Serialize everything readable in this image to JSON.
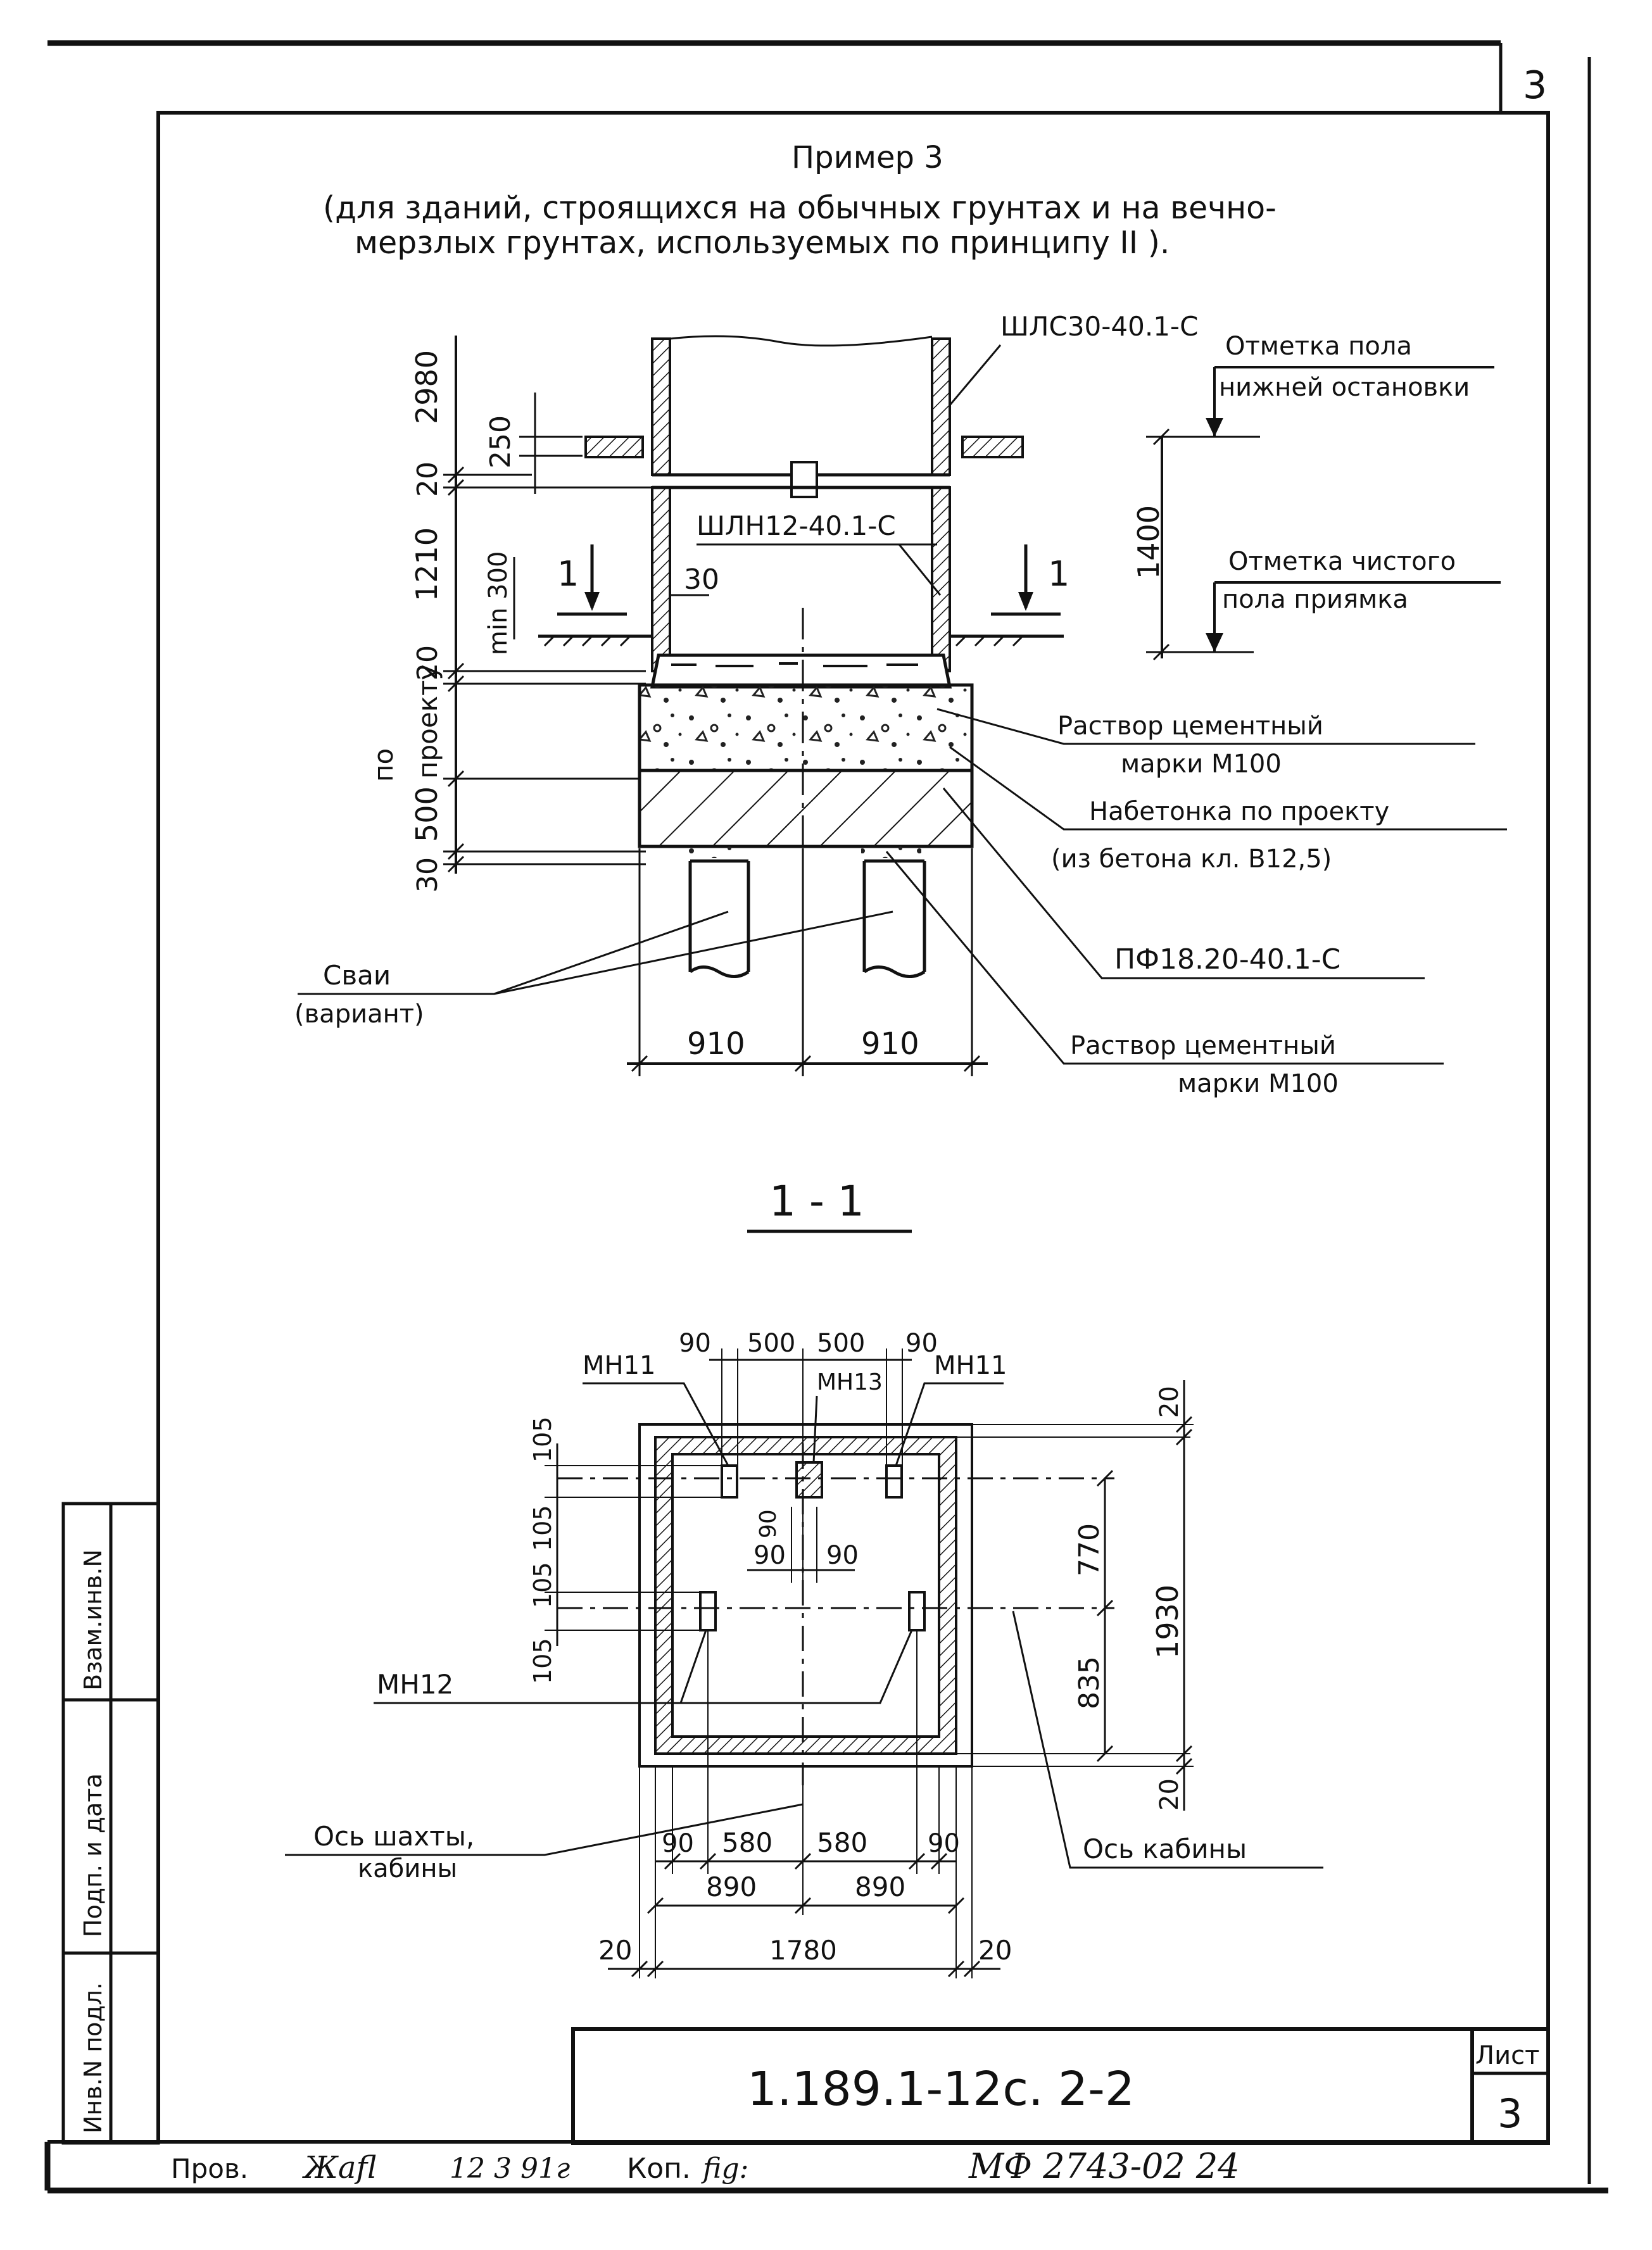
{
  "header": {
    "page_corner": "3",
    "title": "Пример 3",
    "subtitle_line1": "(для зданий, строящихся на обычных грунтах и на вечно-",
    "subtitle_line2": "мерзлых грунтах, используемых по принципу II )."
  },
  "elevation": {
    "labels": {
      "shaft_upper": "ШЛС30-40.1-С",
      "shaft_lower": "ШЛН12-40.1-С",
      "floor_lower_stop_1": "Отметка пола",
      "floor_lower_stop_2": "нижней остановки",
      "pit_floor_1": "Отметка чистого",
      "pit_floor_2": "пола приямка",
      "mortar_top_1": "Раствор цементный",
      "mortar_top_2": "марки М100",
      "concrete_1": "Набетонка по проекту",
      "concrete_2": "(из бетона кл. В12,5)",
      "pile_cap": "ПФ18.20-40.1-С",
      "mortar_bottom_1": "Раствор цементный",
      "mortar_bottom_2": "марки М100",
      "piles_1": "Сваи",
      "piles_2": "(вариант)",
      "section_mark_left": "1",
      "section_mark_right": "1"
    },
    "dims": {
      "d2980": "2980",
      "d250": "250",
      "d20a": "20",
      "d1210": "1210",
      "dmin300": "min 300",
      "d20b": "20",
      "d_po": "по",
      "d_proektu": "проекту",
      "d500": "500",
      "d30": "30",
      "d30_wall": "30",
      "d1400": "1400",
      "d910_left": "910",
      "d910_right": "910"
    }
  },
  "section": {
    "title": "1 - 1",
    "labels": {
      "mn11_left": "МН11",
      "mn13": "МН13",
      "mn11_right": "МН11",
      "mn12": "МН12",
      "shaft_axis_1": "Ось шахты,",
      "shaft_axis_2": "кабины",
      "cabin_axis": "Ось кабины"
    },
    "dims": {
      "top_90_l": "90",
      "top_500_l": "500",
      "top_500_r": "500",
      "top_90_r": "90",
      "mid_90_v": "90",
      "mid_90_l": "90",
      "mid_90_r": "90",
      "left_105_a": "105",
      "left_105_b": "105",
      "left_105_c": "105",
      "left_105_d": "105",
      "right_20_top": "20",
      "right_770": "770",
      "right_1930": "1930",
      "right_835": "835",
      "right_20_bottom": "20",
      "bot_90_l": "90",
      "bot_580_l": "580",
      "bot_580_r": "580",
      "bot_90_r": "90",
      "bot_890_l": "890",
      "bot_890_r": "890",
      "bot_20_l": "20",
      "bot_1780": "1780",
      "bot_20_r": "20"
    }
  },
  "side_stamps": [
    "Взам.инв.N",
    "Подп. и дата",
    "Инв.N подл."
  ],
  "title_block": {
    "code": "1.189.1-12с. 2-2",
    "sheet_label": "Лист",
    "sheet_number": "3"
  },
  "footer": {
    "checked_label": "Пров.",
    "signature": "Жаfl",
    "date": "12 3 91г",
    "copy_label": "Коп.",
    "copier": "fig:",
    "archive_code": "МФ 2743-02  24"
  }
}
